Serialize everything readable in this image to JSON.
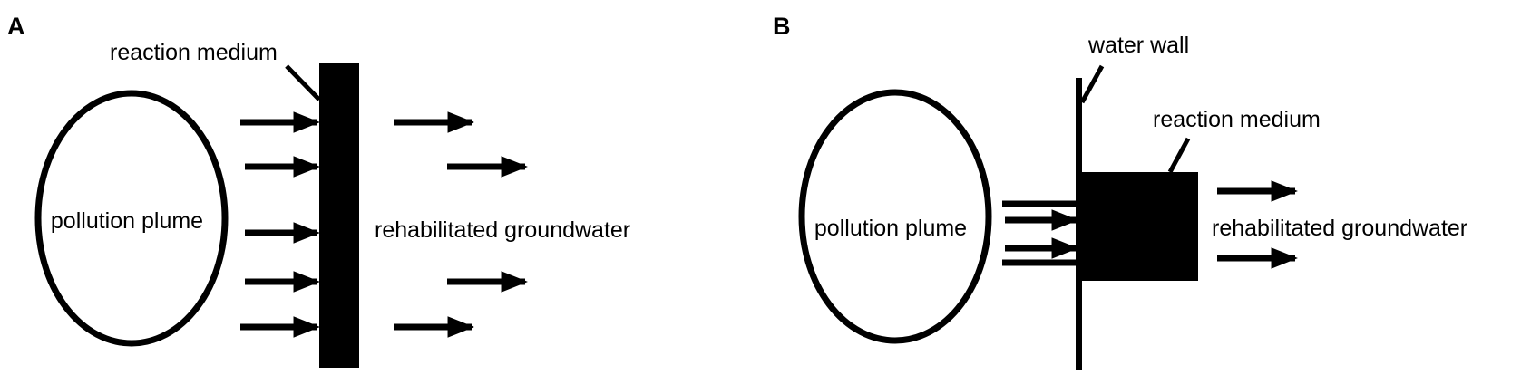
{
  "panel_a": {
    "letter": "A",
    "reaction_medium": "reaction medium",
    "pollution_plume": "pollution plume",
    "rehabilitated_groundwater": "rehabilitated groundwater"
  },
  "panel_b": {
    "letter": "B",
    "water_wall": "water wall",
    "reaction_medium": "reaction medium",
    "pollution_plume": "pollution plume",
    "rehabilitated_groundwater": "rehabilitated groundwater"
  }
}
